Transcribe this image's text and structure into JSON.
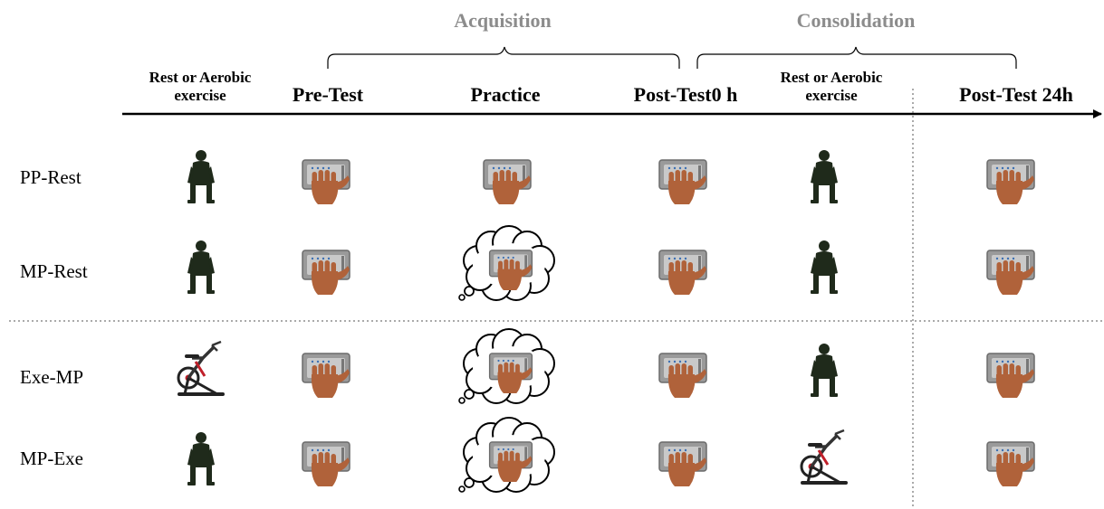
{
  "phases": [
    {
      "label": "Acquisition"
    },
    {
      "label": "Consolidation"
    }
  ],
  "columns": [
    {
      "label": "Rest or Aerobic exercise"
    },
    {
      "label": "Pre-Test"
    },
    {
      "label": "Practice"
    },
    {
      "label": "Post-Test0 h"
    },
    {
      "label": "Rest or Aerobic exercise"
    },
    {
      "label": "Post-Test 24h"
    }
  ],
  "rows": [
    {
      "label": "PP-Rest",
      "cells": [
        "person-sitting-icon",
        "hand-keyboard-icon",
        "hand-keyboard-icon",
        "hand-keyboard-icon",
        "person-sitting-icon",
        "hand-keyboard-icon"
      ]
    },
    {
      "label": "MP-Rest",
      "cells": [
        "person-sitting-icon",
        "hand-keyboard-icon",
        "thought-bubble-hand-keyboard-icon",
        "hand-keyboard-icon",
        "person-sitting-icon",
        "hand-keyboard-icon"
      ]
    },
    {
      "label": "Exe-MP",
      "cells": [
        "exercise-bike-icon",
        "hand-keyboard-icon",
        "thought-bubble-hand-keyboard-icon",
        "hand-keyboard-icon",
        "person-sitting-icon",
        "hand-keyboard-icon"
      ]
    },
    {
      "label": "MP-Exe",
      "cells": [
        "person-sitting-icon",
        "hand-keyboard-icon",
        "thought-bubble-hand-keyboard-icon",
        "hand-keyboard-icon",
        "exercise-bike-icon",
        "hand-keyboard-icon"
      ]
    }
  ],
  "colors": {
    "phase_text": "#8c8c8c",
    "line": "#000000",
    "silhouette": "#1f2a1b",
    "hand": "#b0623a",
    "keyboard": "#9a9a9a",
    "bike_accent": "#c0202a"
  }
}
